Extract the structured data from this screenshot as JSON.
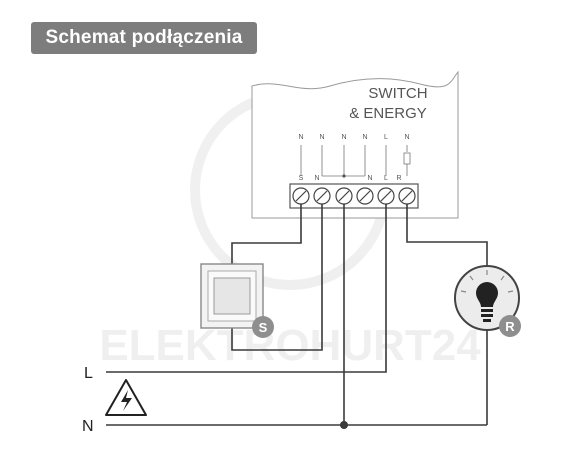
{
  "title": "Schemat podłączenia",
  "module": {
    "name_line1": "SWITCH",
    "name_line2": "& ENERGY",
    "top_labels": [
      "N",
      "N",
      "N",
      "N",
      "L",
      "N"
    ],
    "terminal_labels": [
      "S",
      "N",
      "N",
      "L",
      "R"
    ]
  },
  "switch_badge": "S",
  "bulb_badge": "R",
  "lines": {
    "live": "L",
    "neutral": "N"
  },
  "watermark": "ELEKTROHURT24",
  "colors": {
    "wire": "#3a3a3a",
    "badge": "#8e8e8e",
    "banner": "#7d7d7d"
  },
  "icons": [
    "warning-icon",
    "light-bulb-icon",
    "wall-switch-icon"
  ]
}
